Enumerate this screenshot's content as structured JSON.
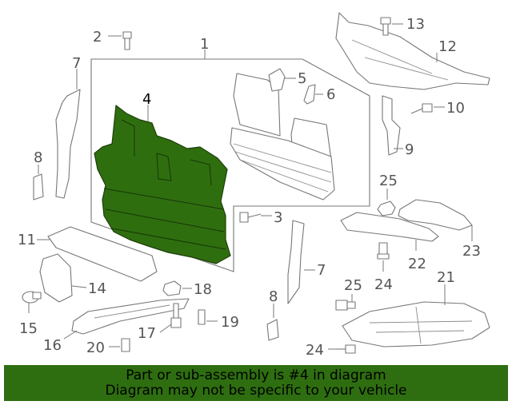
{
  "callouts": {
    "c1": "1",
    "c2": "2",
    "c3": "3",
    "c4": "4",
    "c5": "5",
    "c6": "6",
    "c7a": "7",
    "c7b": "7",
    "c8a": "8",
    "c8b": "8",
    "c9": "9",
    "c10": "10",
    "c11": "11",
    "c12": "12",
    "c13": "13",
    "c14": "14",
    "c15": "15",
    "c16": "16",
    "c17": "17",
    "c18": "18",
    "c19": "19",
    "c20": "20",
    "c21": "21",
    "c22": "22",
    "c23": "23",
    "c24a": "24",
    "c24b": "24",
    "c25a": "25",
    "c25b": "25"
  },
  "highlight": {
    "part_number": "4",
    "color": "#2e6e10"
  },
  "banner": {
    "line1": "Part or sub-assembly is #4 in diagram",
    "line2": "Diagram may not be specific to your vehicle",
    "color": "#2e6e10"
  }
}
